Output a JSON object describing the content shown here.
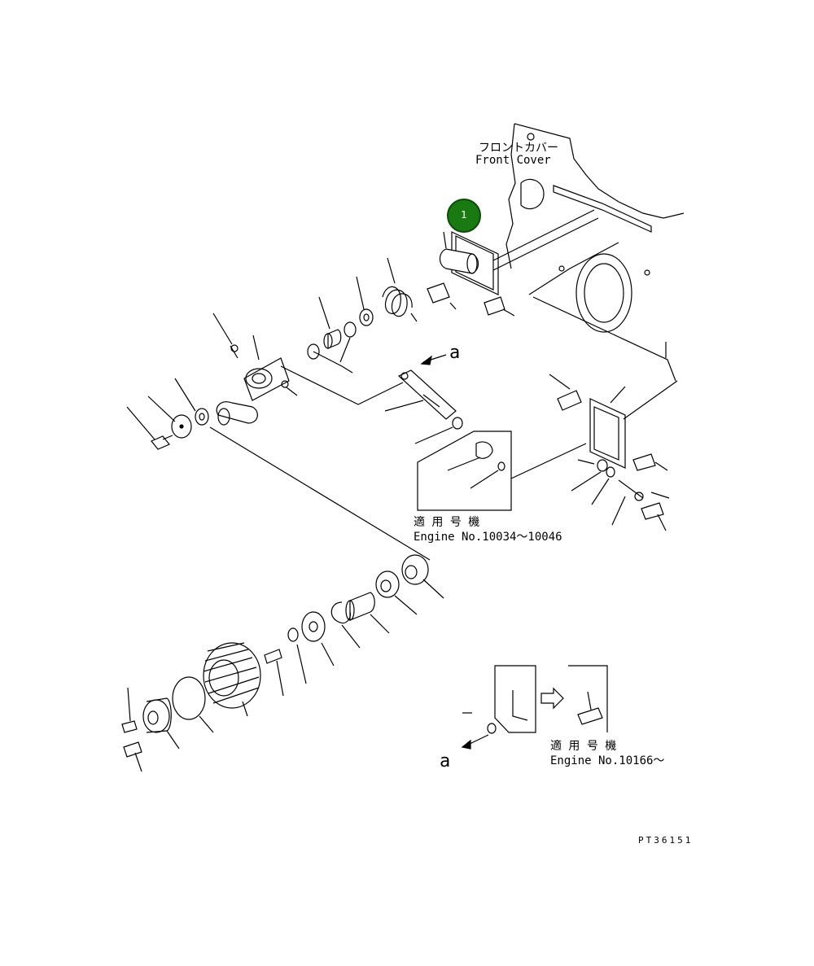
{
  "labels": {
    "front_cover_jp": "フロントカバー",
    "front_cover_en": "Front Cover",
    "arrow_a_upper": "a",
    "arrow_a_lower": "a",
    "applicable_upper_jp": "適 用 号 機",
    "engine_range_upper": "Engine No.10034～10046",
    "applicable_lower_jp": "適 用 号 機",
    "engine_range_lower": "Engine No.10166～",
    "figure_code": "PT36151"
  },
  "callouts": [
    {
      "number": "1",
      "color": "#1a7a12"
    }
  ]
}
